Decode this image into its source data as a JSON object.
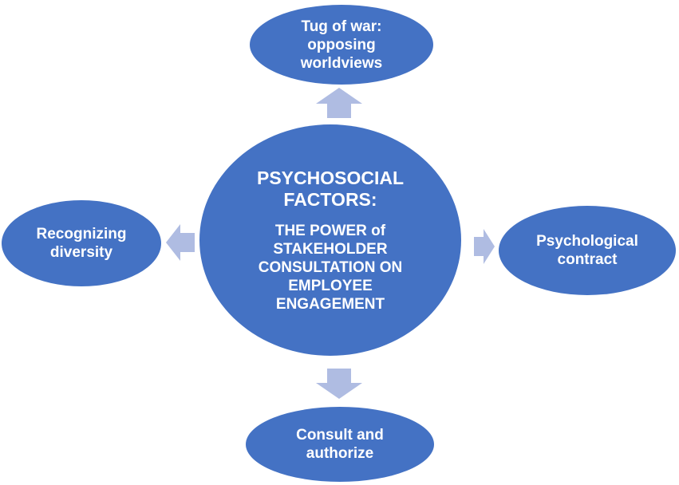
{
  "colors": {
    "node_fill": "#4472C4",
    "node_text": "#FFFFFF",
    "arrow_fill": "#AFBCE2"
  },
  "center": {
    "title": "PSYCHOSOCIAL\nFACTORS:",
    "subtitle": "THE POWER of\nSTAKEHOLDER\nCONSULTATION ON\nEMPLOYEE\nENGAGEMENT"
  },
  "nodes": {
    "top": "Tug of war:\nopposing\nworldviews",
    "left": "Recognizing\ndiversity",
    "right": "Psychological\ncontract",
    "bottom": "Consult and\nauthorize"
  }
}
